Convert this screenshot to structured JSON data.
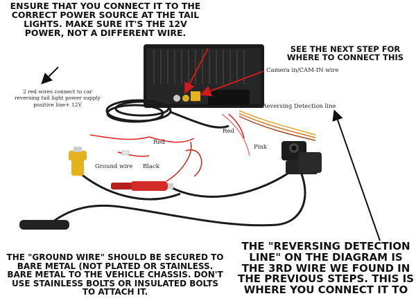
{
  "captions": {
    "top": "ENSURE THAT YOU CONNECT IT TO THE CORRECT POWER SOURCE AT THE TAIL LIGHTS. MAKE SURE IT'S THE 12V POWER, NOT A DIFFERENT WIRE.",
    "next_step": "SEE THE NEXT STEP FOR WHERE TO CONNECT THIS",
    "ground": "THE \"GROUND WIRE\" SHOULD BE SECURED TO BARE METAL (NOT PLATED OR STAINLESS. BARE METAL TO THE VEHICLE CHASSIS. DON'T USE STAINLESS BOLTS OR INSULATED BOLTS TO ATTACH IT.",
    "reversing": "THE \"REVERSING DETECTION LINE\" ON THE DIAGRAM IS THE 3RD WIRE WE FOUND IN THE PREVIOUS STEPS. THIS IS WHERE YOU CONNECT IT TO"
  },
  "labels": {
    "red_wires": "2 red wires connect to car reversing tail light power supply positive line+ 12V",
    "camera_in": "Camera in/CAM-IN wire",
    "reversing_detection": "Reversing Detection line",
    "red_1": "Red",
    "red_2": "Red",
    "pink": "Pink",
    "ground_wire": "Ground wire",
    "black": "Black"
  },
  "colors": {
    "arrow_red": "#d11a1a",
    "arrow_black": "#111111",
    "unit_body": "#1b1b1b",
    "connector_yellow": "#e3b21c",
    "connector_red": "#d32a2a",
    "cable_black": "#1a1a1a"
  }
}
